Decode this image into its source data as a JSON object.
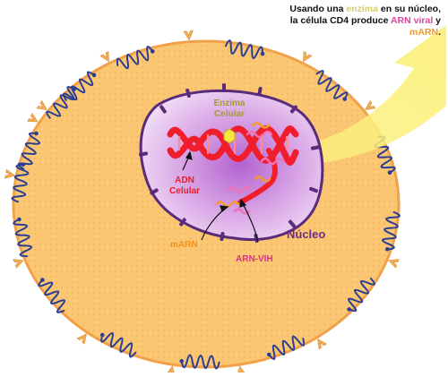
{
  "caption": {
    "part1": "Usando una ",
    "enzyme_word": "enzima",
    "part2": " en su núcleo, la célula CD4 produce ",
    "arn_viral": "ARN viral",
    "part3": " y ",
    "marn": "mARN",
    "part4": "."
  },
  "labels": {
    "enzyme": [
      "Enzima",
      "Celular"
    ],
    "adn": [
      "ADN",
      "Celular"
    ],
    "marn": "mARN",
    "arn_vih": "ARN-VIH",
    "nucleus": "Núcleo"
  },
  "colors": {
    "cell_fill": "#fbc772",
    "cell_border": "#f0a14a",
    "cell_dots": "#e8a85a",
    "receptor": "#2a3f93",
    "receptor_tip": "#ffffff",
    "spike": "#f5b15a",
    "nucleus_fill": "#e7c4ef",
    "nucleus_core": "#c27bd7",
    "nucleus_border": "#5a2b7a",
    "dna": "#f01e2c",
    "enzyme": "#f4e63a",
    "enzyme_label": "#a29a38",
    "adn_label": "#e81d2a",
    "marn_label": "#f3901d",
    "arn_vih_label": "#d8318c",
    "nucleus_label": "#6a2c8d",
    "arrow": "#fbf07d",
    "pink_rna": "#ef72b8",
    "orange_rna": "#f39b2c"
  }
}
